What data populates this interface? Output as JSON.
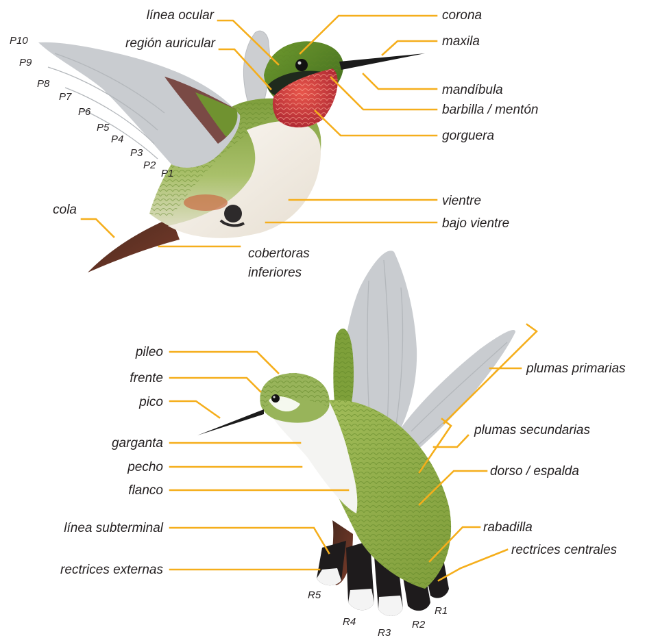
{
  "colors": {
    "leader_line": "#f5ae1b",
    "label_text": "#231f20",
    "wing_gray": "#c8cbce",
    "body_green": "#8fb04e",
    "gorget_red": "#c8333b",
    "belly_white": "#f4efe8",
    "tail_black": "#1e1b1c"
  },
  "top_bird": {
    "labels": {
      "linea_ocular": "línea ocular",
      "region_auricular": "región auricular",
      "corona": "corona",
      "maxila": "maxila",
      "mandibula": "mandíbula",
      "barbilla": "barbilla / mentón",
      "gorguera": "gorguera",
      "vientre": "vientre",
      "bajo_vientre": "bajo vientre",
      "cola": "cola",
      "cobertoras_1": "cobertoras",
      "cobertoras_2": "inferiores"
    },
    "primaries": [
      "P10",
      "P9",
      "P8",
      "P7",
      "P6",
      "P5",
      "P4",
      "P3",
      "P2",
      "P1"
    ]
  },
  "bottom_bird": {
    "labels": {
      "pileo": "pileo",
      "frente": "frente",
      "pico": "pico",
      "garganta": "garganta",
      "pecho": "pecho",
      "flanco": "flanco",
      "linea_subterminal": "línea subterminal",
      "rectrices_externas": "rectrices externas",
      "plumas_primarias": "plumas primarias",
      "plumas_secundarias": "plumas secundarias",
      "dorso": "dorso / espalda",
      "rabadilla": "rabadilla",
      "rectrices_centrales": "rectrices centrales"
    },
    "rectrices": [
      "R5",
      "R4",
      "R3",
      "R2",
      "R1"
    ]
  }
}
